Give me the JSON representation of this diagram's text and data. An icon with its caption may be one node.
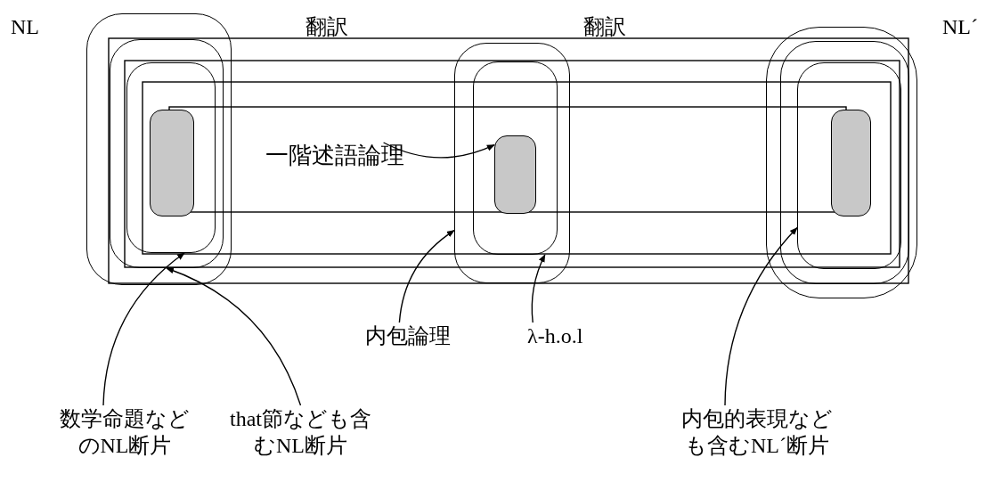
{
  "diagram": {
    "nodes": [
      {
        "text": [],
        "shape": "box"
      },
      {
        "text": [],
        "shape": "box",
        "in": 0
      },
      {
        "text": [],
        "shape": "box",
        "in": 1
      },
      {
        "text": [],
        "shape": "box",
        "in": 2
      },
      {
        "text": [
          "一階述語論理"
        ]
      },
      {
        "text": [],
        "shape": "box"
      },
      {
        "text": [],
        "shape": "box",
        "in": 5
      },
      {
        "text": [],
        "shape": "box",
        "in": 6
      },
      {
        "text": [],
        "shape": "box"
      },
      {
        "text": [],
        "shape": "box",
        "in": 8
      },
      {
        "text": [],
        "shape": "box",
        "in": 9
      },
      {
        "text": [],
        "shape": "box",
        "in": 10
      },
      {
        "text": [
          "内包論理"
        ]
      },
      {
        "text": [
          "λ-h.o.l"
        ]
      },
      {
        "text": [
          "数学命題などのNL断片"
        ]
      },
      {
        "text": [
          "that節なども含むNL断片"
        ]
      },
      {
        "text": [
          "内包的表現なども含むNL´断片"
        ]
      }
    ],
    "edges": [
      {
        "from": 14,
        "to": 2,
        "arrow": "to"
      },
      {
        "from": 15,
        "to": 1,
        "arrow": "to"
      },
      {
        "from": 4,
        "to": 7,
        "arrow": "to"
      },
      {
        "from": 12,
        "to": 5,
        "arrow": "to"
      },
      {
        "from": 13,
        "to": 6,
        "arrow": "to"
      },
      {
        "from": 16,
        "to": 10,
        "arrow": "to"
      }
    ],
    "labels": [
      "NL",
      "翻訳",
      "翻訳",
      "NL´"
    ]
  }
}
